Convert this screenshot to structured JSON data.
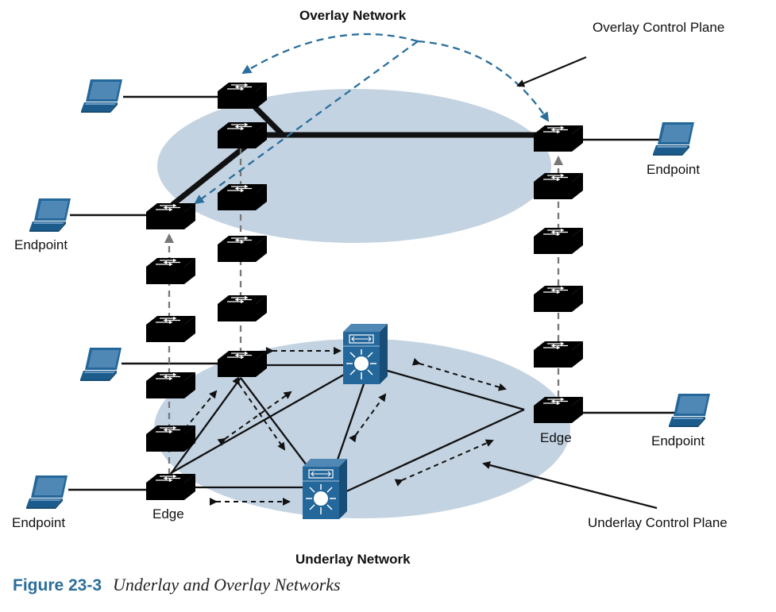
{
  "labels": {
    "overlay_network": "Overlay Network",
    "overlay_control_plane": "Overlay Control Plane",
    "underlay_network": "Underlay Network",
    "underlay_control_plane": "Underlay Control Plane",
    "endpoint": "Endpoint",
    "edge": "Edge"
  },
  "caption": {
    "number": "Figure 23-3",
    "title": "Underlay and Overlay Networks"
  },
  "colors": {
    "ellipse": "#c3d3e2",
    "switch_dark": "#24679a",
    "switch_light": "#9fb8d0",
    "control_plane_arrow": "#2a6e9c",
    "caption_accent": "#2a6e9c"
  }
}
